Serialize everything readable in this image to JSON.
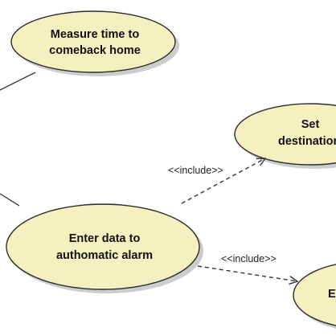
{
  "diagram": {
    "use_cases": {
      "measure_time": {
        "line1": "Measure time to",
        "line2": "comeback home"
      },
      "set_destination": {
        "line1": "Set",
        "line2": "destination"
      },
      "enter_data": {
        "line1": "Enter data to",
        "line2": "authomatic alarm"
      },
      "partial": {
        "line1": "E"
      }
    },
    "relations": {
      "include_to_set_destination": "<<include>>",
      "include_to_partial": "<<include>>"
    },
    "colors": {
      "use_case_fill": "#f5f0c0",
      "use_case_stroke": "#2b2b2b",
      "shadow": "#b8b8b8",
      "line": "#333333"
    }
  }
}
